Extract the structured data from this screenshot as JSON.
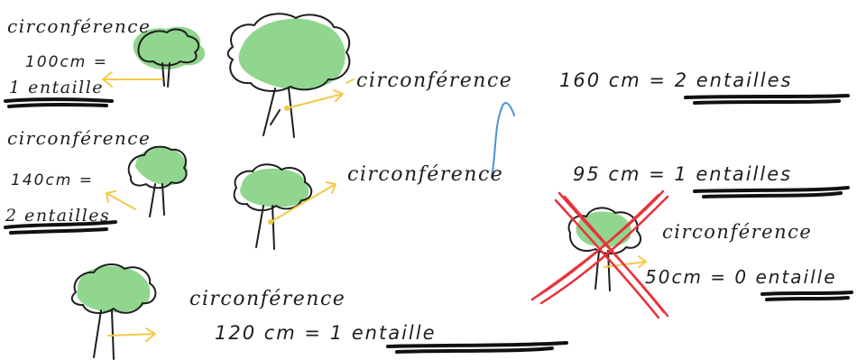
{
  "trees": [
    {
      "id": "top-left",
      "label": "circonférence",
      "measure": "100cm =",
      "notches": "1 entaille"
    },
    {
      "id": "middle-left",
      "label": "circonférence",
      "measure": "140cm =",
      "notches": "2 entailles"
    },
    {
      "id": "large-top",
      "label": "circonférence",
      "equation": "160 cm = 2 entailles"
    },
    {
      "id": "center",
      "label": "circonférence",
      "equation": "95 cm = 1 entailles"
    },
    {
      "id": "bottom",
      "label": "circonférence",
      "equation": "120 cm = 1 entaille"
    },
    {
      "id": "crossed-out",
      "label": "circonférence",
      "equation": "50cm = 0 entaille",
      "crossed_out": true
    }
  ],
  "colors": {
    "ink": "#1e1e1e",
    "foliage": "#6cc86a",
    "arrow": "#f3c94a",
    "cross": "#e8323c",
    "stray_line": "#4a90d9"
  }
}
